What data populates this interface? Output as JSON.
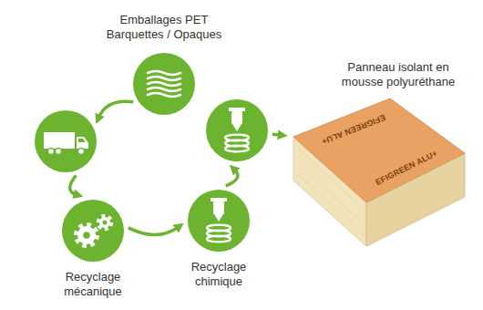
{
  "diagram": {
    "nodes": [
      {
        "text": [
          "Emballages PET Barquettes / Opaques"
        ]
      },
      {
        "text": []
      },
      {
        "text": [
          "Recyclage mécanique"
        ]
      },
      {
        "text": [
          "Recyclage chimique"
        ]
      },
      {
        "text": []
      },
      {
        "text": [
          "Panneau isolant en mousse polyuréthane",
          "EFIGREEN ALU+",
          "EFIGREEN ALU+"
        ]
      }
    ],
    "edges": [
      {
        "from": 0,
        "to": 1,
        "arrow": "to"
      },
      {
        "from": 1,
        "to": 2,
        "arrow": "to"
      },
      {
        "from": 2,
        "to": 3,
        "arrow": "to"
      },
      {
        "from": 3,
        "to": 4,
        "arrow": "to"
      },
      {
        "from": 4,
        "to": 5,
        "arrow": "to"
      }
    ]
  }
}
